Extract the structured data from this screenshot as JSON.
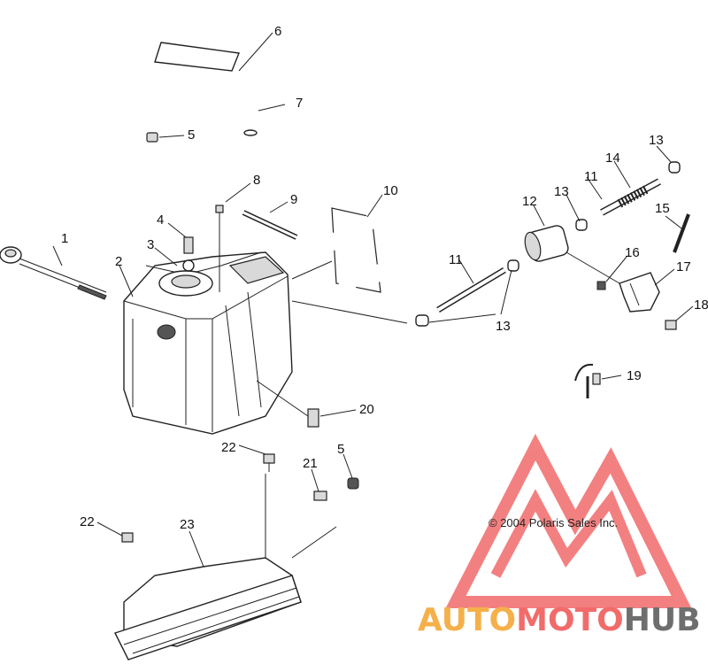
{
  "diagram": {
    "copyright": "© 2004 Polaris Sales Inc.",
    "watermark": {
      "part1": "AUTO",
      "part2": "MOTO",
      "part3": "HUB",
      "color_orange": "#F5B04A",
      "color_red": "#F26B6B",
      "color_gray": "#6E6E6E"
    },
    "callouts": [
      "1",
      "2",
      "3",
      "4",
      "5",
      "5",
      "6",
      "7",
      "8",
      "9",
      "10",
      "11",
      "11",
      "12",
      "13",
      "13",
      "13",
      "14",
      "15",
      "16",
      "17",
      "18",
      "19",
      "20",
      "21",
      "22",
      "22",
      "23"
    ]
  }
}
